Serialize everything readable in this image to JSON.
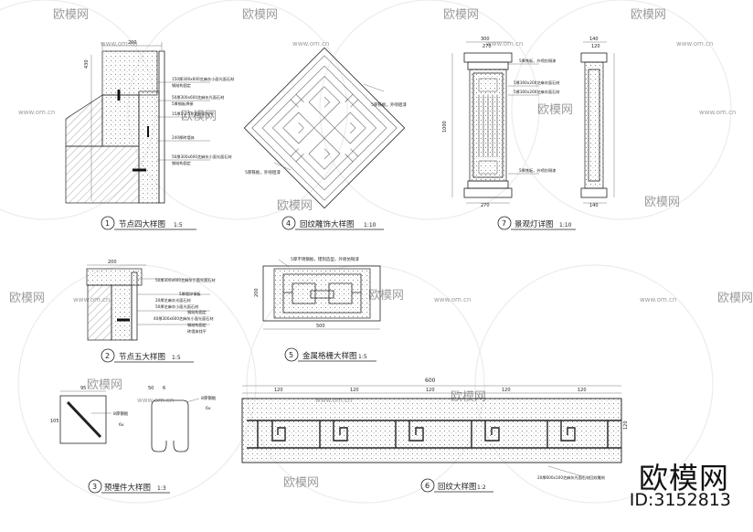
{
  "watermark": {
    "brand": "欧模网",
    "site": "www.om.cn",
    "id": "ID:3152813"
  },
  "details": [
    {
      "num": "1",
      "title": "节点四大样图",
      "scale": "1:5"
    },
    {
      "num": "2",
      "title": "节点五大样图",
      "scale": "1:5"
    },
    {
      "num": "3",
      "title": "预埋件大样图",
      "scale": "1:3"
    },
    {
      "num": "4",
      "title": "回纹雕饰大样图",
      "scale": "1:10"
    },
    {
      "num": "5",
      "title": "金属格栅大样图",
      "scale": "1:5"
    },
    {
      "num": "6",
      "title": "回纹大样图",
      "scale": "1:2"
    },
    {
      "num": "7",
      "title": "景观灯详图",
      "scale": "1:10"
    }
  ],
  "notes": {
    "d1": [
      "150厚300x600芝麻灰小面光面石材",
      "钢结构固定",
      "50厚300x600芝麻灰光面石材",
      "5厚钢板焊接",
      "15厚1:2.5水泥砂浆找平",
      "240厚砖墙体",
      "50厚300x600芝麻灰小面光面石材",
      "钢结构固定"
    ],
    "d2": [
      "50厚300x600芝麻灰小面光面石材",
      "5厚镀锌钢板",
      "20厚芝麻灰光面石材",
      "50厚芝麻灰小面光面石材",
      "钢结构固定",
      "40厚300x600芝麻灰小面光面石材",
      "钢结构固定",
      "砖墙体找平"
    ],
    "d4": [
      "5厚铁板，外喷铝漆",
      "5厚铁板，外喷铝漆"
    ],
    "d5": [
      "5厚不锈钢板，镂刻造型，外喷仿铜漆"
    ],
    "d6": [
      "20厚600x100芝麻灰光面石材回纹雕刻"
    ],
    "d7": [
      "5厚铁板，外喷仿铜漆",
      "5厚300x200芝麻灰面石材",
      "5厚300x200芝麻灰面石材",
      "5厚铁板，外喷仿铜漆"
    ]
  },
  "dims": {
    "d1_top": "200",
    "d1_side": "430",
    "d2_top": "200",
    "d3_a": "95",
    "d3_b": "105",
    "d3_c": "50",
    "d3_d": "6",
    "d3_e": "8厚钢板",
    "d3_f": "6x",
    "d5_w": "500",
    "d5_h": "200",
    "d6_total": "600",
    "d6_seg": [
      "120",
      "120",
      "120",
      "120",
      "120"
    ],
    "d6_h": "120",
    "d7_w1": "300",
    "d7_w2": "270",
    "d7_h": "1000",
    "d7_side": "140",
    "d7_side2": "120"
  }
}
